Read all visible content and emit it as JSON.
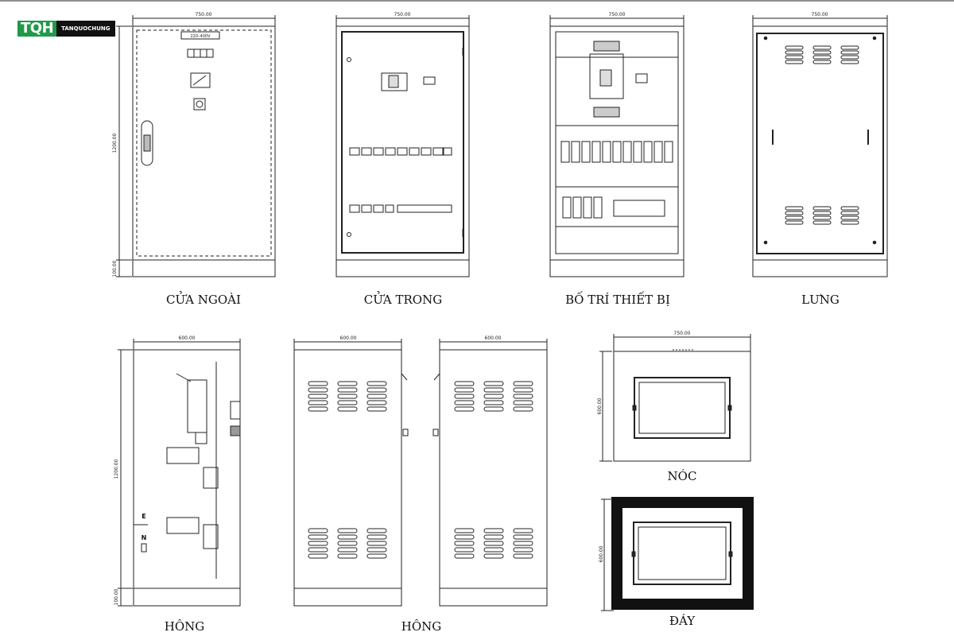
{
  "logo": {
    "mark": "TQH",
    "wordmark": "TANQUOCHUNG"
  },
  "views": {
    "front_outer": {
      "caption": "CỬA NGOÀI",
      "width_dim": "750.00",
      "height_dim": "1200.00",
      "base_dim": "100.00",
      "nameplate": "220–400V"
    },
    "front_inner": {
      "caption": "CỬA TRONG",
      "width_dim": "750.00"
    },
    "equipment": {
      "caption": "BỐ TRÍ THIẾT BỊ",
      "width_dim": "750.00"
    },
    "back": {
      "caption": "LƯNG",
      "width_dim": "750.00"
    },
    "side_section": {
      "caption": "HÔNG",
      "width_dim": "600.00",
      "height_dim": "1200.00",
      "base_dim": "100.00",
      "label_e": "E",
      "label_n": "N"
    },
    "side_pair": {
      "caption": "HÔNG",
      "width_dim_left": "600.00",
      "width_dim_right": "600.00"
    },
    "top": {
      "caption": "NÓC",
      "width_dim": "750.00",
      "depth_dim": "600.00"
    },
    "bottom": {
      "caption": "ĐÁY",
      "depth_dim": "600.00"
    }
  }
}
